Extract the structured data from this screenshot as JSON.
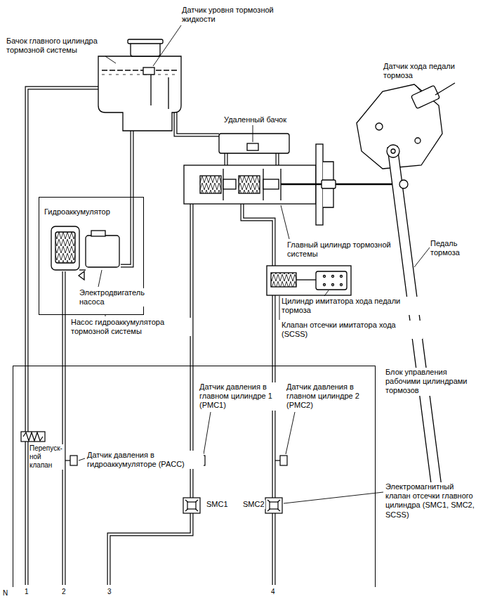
{
  "diagram": {
    "nodes": [
      {
        "text": [
          "Гидроаккумулятор"
        ]
      },
      {
        "text": [
          "Блок управления рабочими цилиндрами тормозов"
        ]
      }
    ],
    "edges": [
      {
        "from": 0,
        "to": 1,
        "arrow": "none"
      }
    ],
    "labels": [
      "Датчик уровня тормозной жидкости",
      "Бачок главного цилиндра тормозной системы",
      "Датчик хода педали тормоза",
      "Удаленный бачок",
      "Главный цилиндр тормозной системы",
      "Педаль тормоза",
      "Электродвигатель насоса",
      "Насос гидроаккумулятора тормозной системы",
      "Цилиндр имитатора хода педали тормоза",
      "Клапан отсечки имитатора хода (SCSS)",
      "Датчик давления в главном цилиндре 1 (PMC1)",
      "Датчик давления в главном цилиндре 2 (PMC2)",
      "Перепуск- ной клапан",
      "Датчик давления в гидроаккумуляторе (PACC)",
      "SMC1",
      "SMC2",
      "Электромагнитный клапан отсечки главного цилиндра (SMC1, SMC2, SCSS)",
      "1",
      "2",
      "3",
      "4",
      "N"
    ]
  }
}
